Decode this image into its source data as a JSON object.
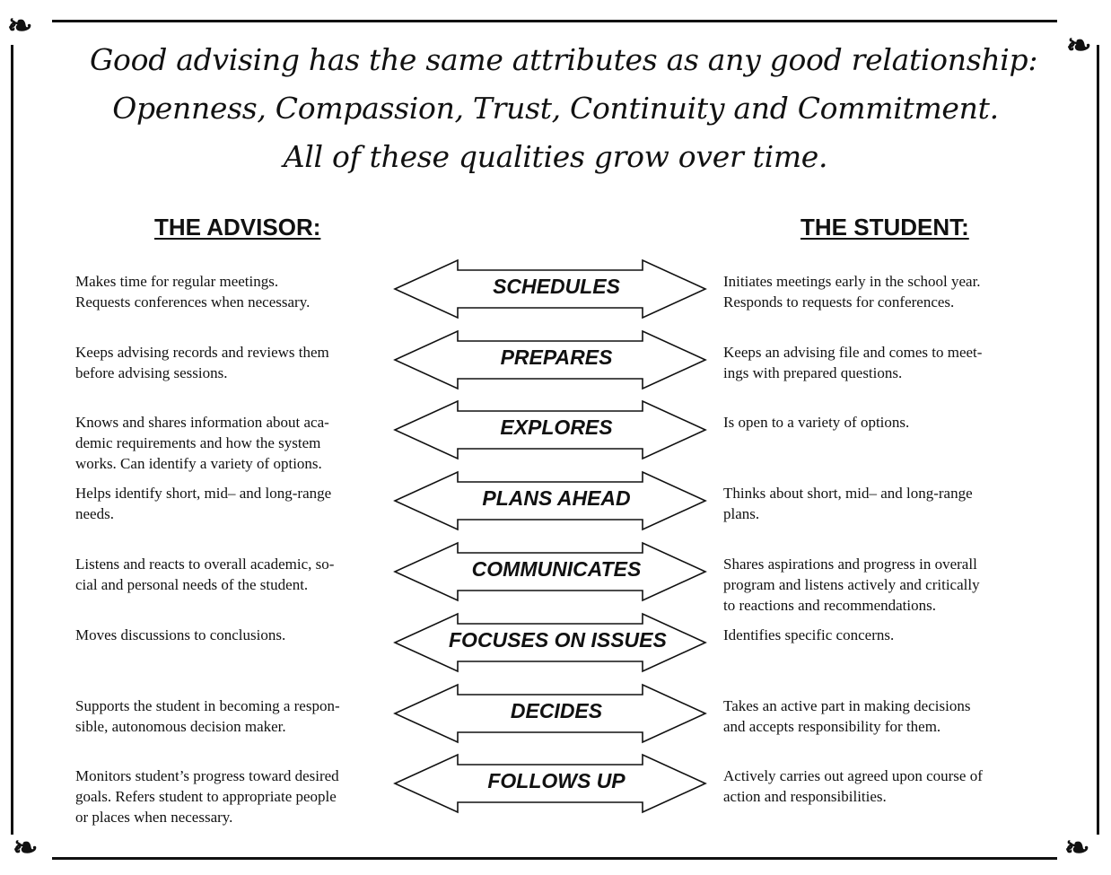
{
  "headline": {
    "line1": "Good advising has the same attributes as any good relationship:",
    "line2": "Openness, Compassion, Trust, Continuity and Commitment.",
    "line3": "All of these qualities grow over time."
  },
  "columns": {
    "advisor_heading": "THE ADVISOR:",
    "student_heading": "THE STUDENT:"
  },
  "rows": [
    {
      "verb": "SCHEDULES",
      "advisor": "Makes time for regular meetings.\nRequests conferences when necessary.",
      "student": "Initiates meetings early in the school year.\nResponds to requests for conferences."
    },
    {
      "verb": "PREPARES",
      "advisor": "Keeps advising records and reviews them\nbefore advising sessions.",
      "student": "Keeps an advising file and comes to meet-\nings with prepared questions."
    },
    {
      "verb": "EXPLORES",
      "advisor": "Knows and shares information about aca-\ndemic requirements and how the system\nworks.  Can identify a variety of options.",
      "student": "Is open to a variety of options."
    },
    {
      "verb": "PLANS AHEAD",
      "advisor": "Helps identify short, mid– and long-range\nneeds.",
      "student": "Thinks about short, mid– and long-range\nplans."
    },
    {
      "verb": "COMMUNICATES",
      "advisor": "Listens and reacts to overall academic, so-\ncial and personal needs of the student.",
      "student": "Shares aspirations and progress in overall\nprogram and listens actively and critically\nto reactions and recommendations."
    },
    {
      "verb": "FOCUSES ON ISSUES",
      "advisor": "Moves discussions to conclusions.",
      "student": "Identifies specific concerns."
    },
    {
      "verb": "DECIDES",
      "advisor": "Supports the student in becoming a respon-\nsible, autonomous decision maker.",
      "student": "Takes an active part in making decisions\nand accepts responsibility for them."
    },
    {
      "verb": "FOLLOWS UP",
      "advisor": "Monitors student’s progress toward desired\ngoals.  Refers student to appropriate people\nor places when necessary.",
      "student": "Actively carries out agreed upon course of\naction and responsibilities."
    }
  ],
  "icons": {
    "corner_ornament": "scroll-flourish",
    "connector": "double-headed-arrow"
  },
  "colors": {
    "ink": "#111111",
    "paper": "#ffffff"
  }
}
